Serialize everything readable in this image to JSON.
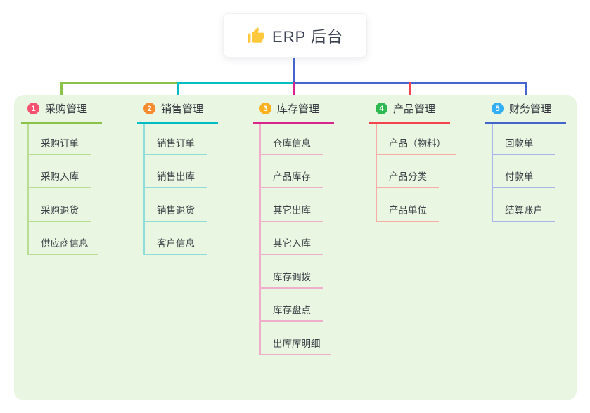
{
  "root": {
    "title": "ERP 后台",
    "icon": "thumbs-up",
    "icon_color": "#ffc83d",
    "line_color": "#4466cc"
  },
  "panel_color": "#e8f6e2",
  "branches": [
    {
      "badge": "1",
      "label": "采购管理",
      "color": "#8ac24a",
      "light_color": "#b9dd92",
      "badge_color": "#f4526e",
      "children": [
        "采购订单",
        "采购入库",
        "采购退货",
        "供应商信息"
      ]
    },
    {
      "badge": "2",
      "label": "销售管理",
      "color": "#00bcc4",
      "light_color": "#8fdcd8",
      "badge_color": "#f78b2d",
      "children": [
        "销售订单",
        "销售出库",
        "销售退货",
        "客户信息"
      ]
    },
    {
      "badge": "3",
      "label": "库存管理",
      "color": "#d8258c",
      "light_color": "#f0aecb",
      "badge_color": "#fbb020",
      "children": [
        "仓库信息",
        "产品库存",
        "其它出库",
        "其它入库",
        "库存调拨",
        "库存盘点",
        "出库库明细"
      ]
    },
    {
      "badge": "4",
      "label": "产品管理",
      "color": "#f2444c",
      "light_color": "#f8aba6",
      "badge_color": "#2eb950",
      "children": [
        "产品（物料）",
        "产品分类",
        "产品单位"
      ]
    },
    {
      "badge": "5",
      "label": "财务管理",
      "color": "#4466cc",
      "light_color": "#a8b4ea",
      "badge_color": "#32aef2",
      "children": [
        "回款单",
        "付款单",
        "结算账户"
      ]
    }
  ]
}
